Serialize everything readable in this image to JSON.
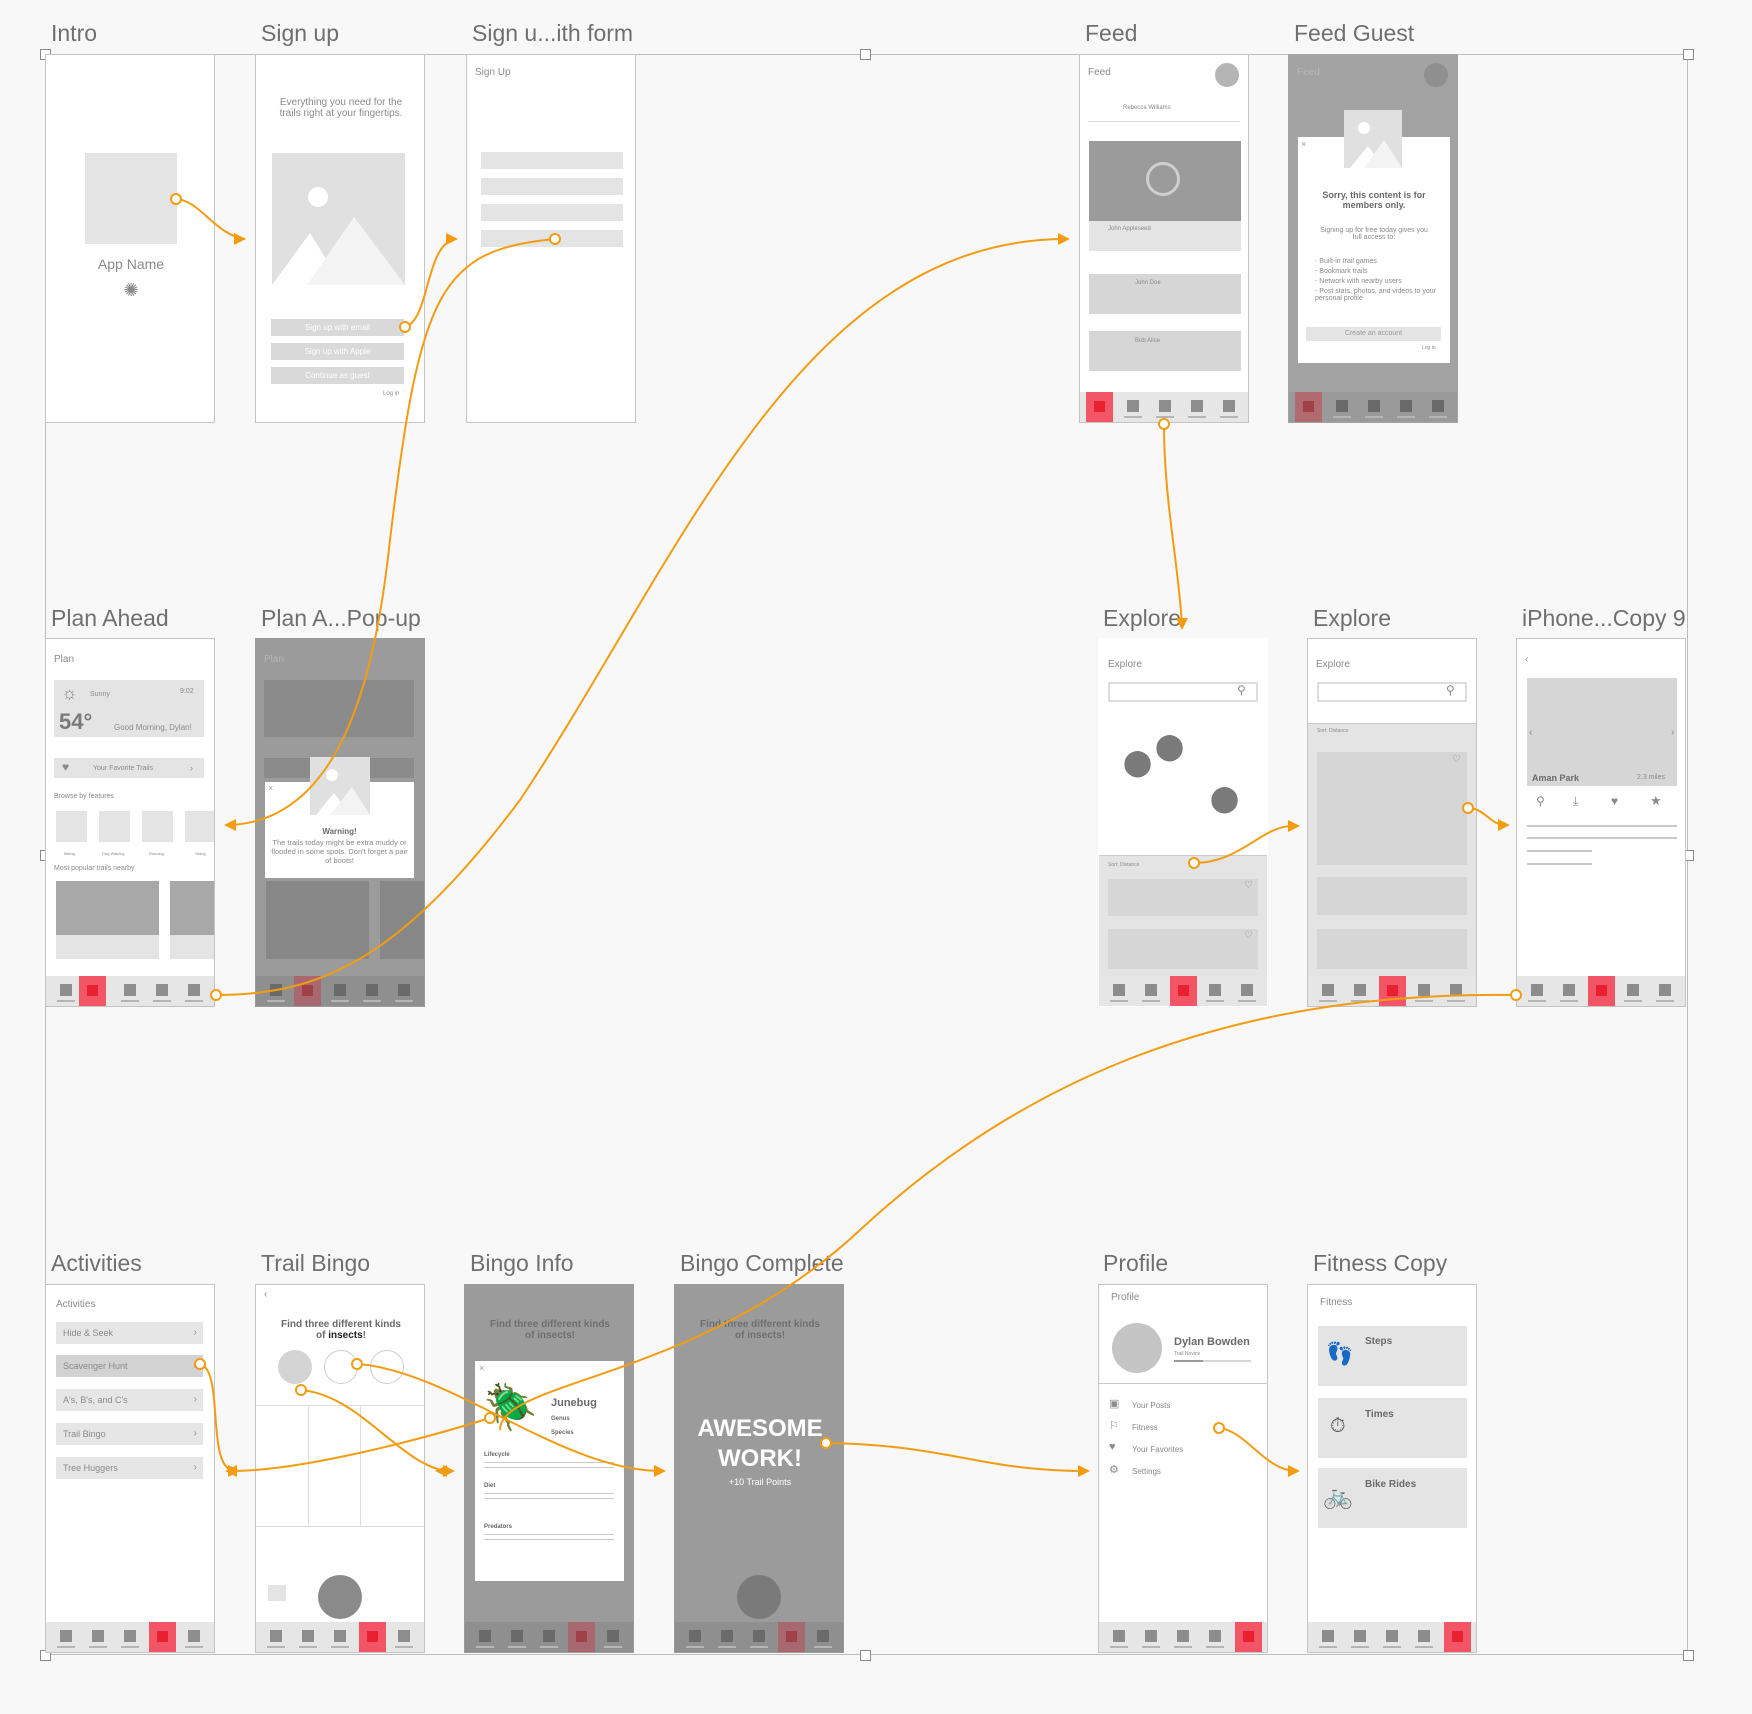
{
  "frames": {
    "intro": {
      "title": "Intro",
      "app_name": "App Name"
    },
    "signup": {
      "title": "Sign up",
      "tagline": "Everything you need for the trails right at your fingertips.",
      "btn_email": "Sign up with email",
      "btn_apple": "Sign up with Apple",
      "btn_guest": "Continue as guest",
      "login": "Log in"
    },
    "signup_form": {
      "title": "Sign u...ith form",
      "header": "Sign Up"
    },
    "feed": {
      "title": "Feed",
      "header": "Feed",
      "post_user1": "Rebecca Williams",
      "post_user2": "John Appleseed",
      "post_user3": "John Doe",
      "post_user4": "Bob Alice"
    },
    "feed_guest": {
      "title": "Feed Guest",
      "header": "Feed",
      "modal_title": "Sorry, this content is for members only.",
      "modal_text": "Signing up for free today gives you full access to:",
      "features": [
        "- Built-in trail games",
        "- Bookmark trails",
        "- Network with nearby users",
        "- Post stats, photos, and videos to your personal profile"
      ],
      "cta": "Create an account",
      "login": "Log in"
    },
    "plan": {
      "title": "Plan Ahead",
      "header": "Plan",
      "weather": "Sunny",
      "time": "9:02",
      "temp": "54°",
      "greeting": "Good Morning, Dylan!",
      "favorites": "Your Favorite Trails",
      "browse": "Browse by features",
      "features": [
        "Biking",
        "Dog Walking",
        "Running",
        "Skiing"
      ],
      "popular": "Most popular trails nearby"
    },
    "plan_popup": {
      "title": "Plan A...Pop-up",
      "header": "Plan",
      "warning_title": "Warning!",
      "warning_text": "The trails today might be extra muddy or flooded in some spots. Don't forget a pair of boots!"
    },
    "explore_map": {
      "title": "Explore",
      "header": "Explore",
      "sort": "Sort: Distance"
    },
    "explore_list": {
      "title": "Explore",
      "header": "Explore",
      "sort": "Sort: Distance"
    },
    "trail_detail": {
      "title": "iPhone...Copy 9",
      "trail_name": "Aman Park",
      "distance": "2.3 miles"
    },
    "activities": {
      "title": "Activities",
      "header": "Activities",
      "items": [
        "Hide & Seek",
        "Scavenger Hunt",
        "A's, B's, and C's",
        "Trail Bingo",
        "Tree Huggers"
      ]
    },
    "bingo": {
      "title": "Trail Bingo",
      "prompt_a": "Find three different kinds of ",
      "prompt_b": "insects",
      "prompt_c": "!"
    },
    "bingo_info": {
      "title": "Bingo Info",
      "prompt": "Find three different kinds of insects!",
      "name": "Junebug",
      "genus": "Genus",
      "species": "Species",
      "sec_lifecycle": "Lifecycle",
      "sec_diet": "Diet",
      "sec_predators": "Predators"
    },
    "bingo_complete": {
      "title": "Bingo Complete",
      "prompt": "Find three different kinds of insects!",
      "banner1": "AWESOME",
      "banner2": "WORK!",
      "points": "+10 Trail Points"
    },
    "profile": {
      "title": "Profile",
      "header": "Profile",
      "name": "Dylan Bowden",
      "rank": "Trail Novice",
      "items": [
        "Your Posts",
        "Fitness",
        "Your Favorites",
        "Settings"
      ]
    },
    "fitness": {
      "title": "Fitness Copy",
      "header": "Fitness",
      "cards": [
        "Steps",
        "Times",
        "Bike Rides"
      ]
    }
  },
  "colors": {
    "connector": "#f39c12",
    "active_tab": "#e8202f",
    "placeholder": "#e4e4e4",
    "frame_border": "#c4c4c4"
  }
}
